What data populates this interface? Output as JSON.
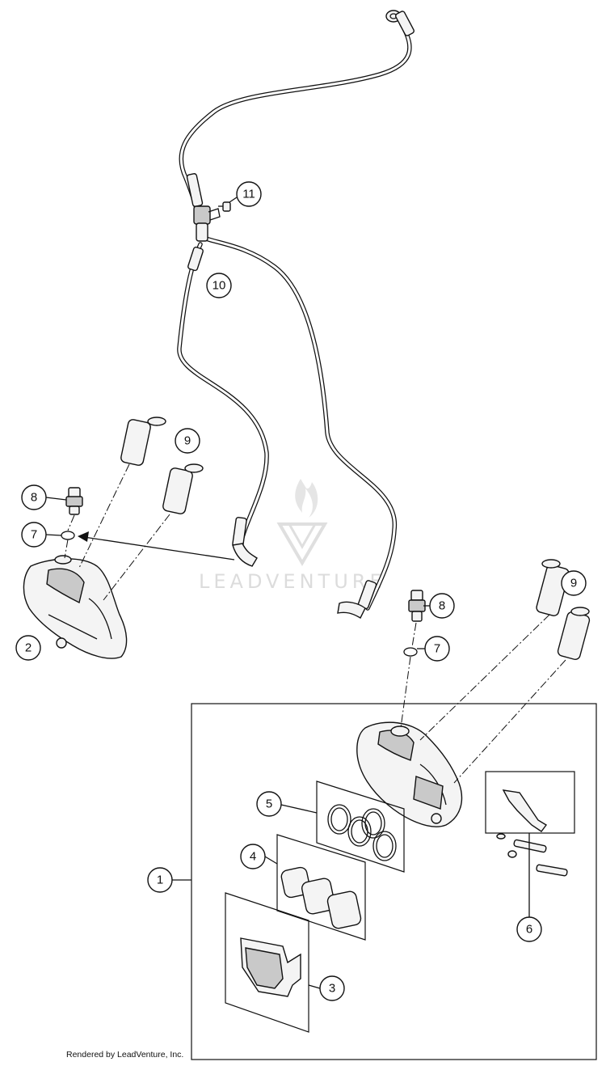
{
  "watermark": {
    "text": "LEADVENTURE"
  },
  "credit": "Rendered by LeadVenture, Inc.",
  "callouts": {
    "c1": "1",
    "c2": "2",
    "c3": "3",
    "c4": "4",
    "c5": "5",
    "c6": "6",
    "c7a": "7",
    "c7b": "7",
    "c8a": "8",
    "c8b": "8",
    "c9a": "9",
    "c9b": "9",
    "c10": "10",
    "c11": "11"
  }
}
